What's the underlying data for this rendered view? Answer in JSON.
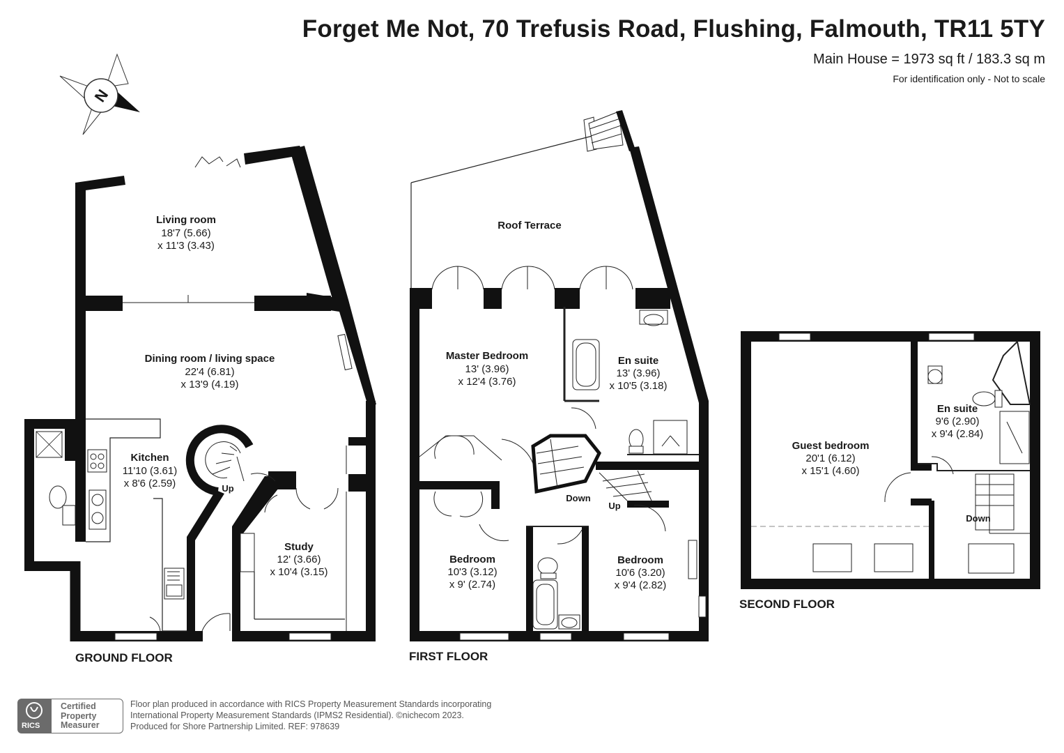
{
  "header": {
    "address": "Forget Me Not, 70 Trefusis Road, Flushing, Falmouth, TR11 5TY",
    "area": "Main House = 1973 sq ft / 183.3 sq m",
    "note": "For identification only - Not to scale"
  },
  "compass": {
    "label": "N"
  },
  "floors": {
    "ground": "GROUND FLOOR",
    "first": "FIRST FLOOR",
    "second": "SECOND FLOOR"
  },
  "rooms": {
    "living": {
      "name": "Living room",
      "dim1": "18'7 (5.66)",
      "dim2": "x 11'3 (3.43)"
    },
    "dining": {
      "name": "Dining room / living space",
      "dim1": "22'4 (6.81)",
      "dim2": "x 13'9 (4.19)"
    },
    "kitchen": {
      "name": "Kitchen",
      "dim1": "11'10 (3.61)",
      "dim2": "x 8'6 (2.59)"
    },
    "study": {
      "name": "Study",
      "dim1": "12' (3.66)",
      "dim2": "x 10'4 (3.15)"
    },
    "terrace": {
      "name": "Roof Terrace"
    },
    "master": {
      "name": "Master Bedroom",
      "dim1": "13' (3.96)",
      "dim2": "x 12'4 (3.76)"
    },
    "ensuite1": {
      "name": "En suite",
      "dim1": "13' (3.96)",
      "dim2": "x 10'5 (3.18)"
    },
    "bedroom1": {
      "name": "Bedroom",
      "dim1": "10'3 (3.12)",
      "dim2": "x 9' (2.74)"
    },
    "bedroom2": {
      "name": "Bedroom",
      "dim1": "10'6 (3.20)",
      "dim2": "x 9'4 (2.82)"
    },
    "guest": {
      "name": "Guest bedroom",
      "dim1": "20'1 (6.12)",
      "dim2": "x 15'1 (4.60)"
    },
    "ensuite2": {
      "name": "En suite",
      "dim1": "9'6 (2.90)",
      "dim2": "x 9'4 (2.84)"
    }
  },
  "stairs": {
    "up": "Up",
    "down": "Down"
  },
  "footer": {
    "badge_text": "Certified\nProperty\nMeasurer",
    "badge_logo": "RICS",
    "line1": "Floor plan produced in accordance with RICS Property Measurement Standards incorporating",
    "line2": "International Property Measurement Standards (IPMS2 Residential).  ©nichecom 2023.",
    "line3": "Produced for Shore Partnership Limited.   REF: 978639"
  },
  "colors": {
    "wall": "#111111",
    "line": "#222222",
    "grey": "#6b6b6b"
  }
}
